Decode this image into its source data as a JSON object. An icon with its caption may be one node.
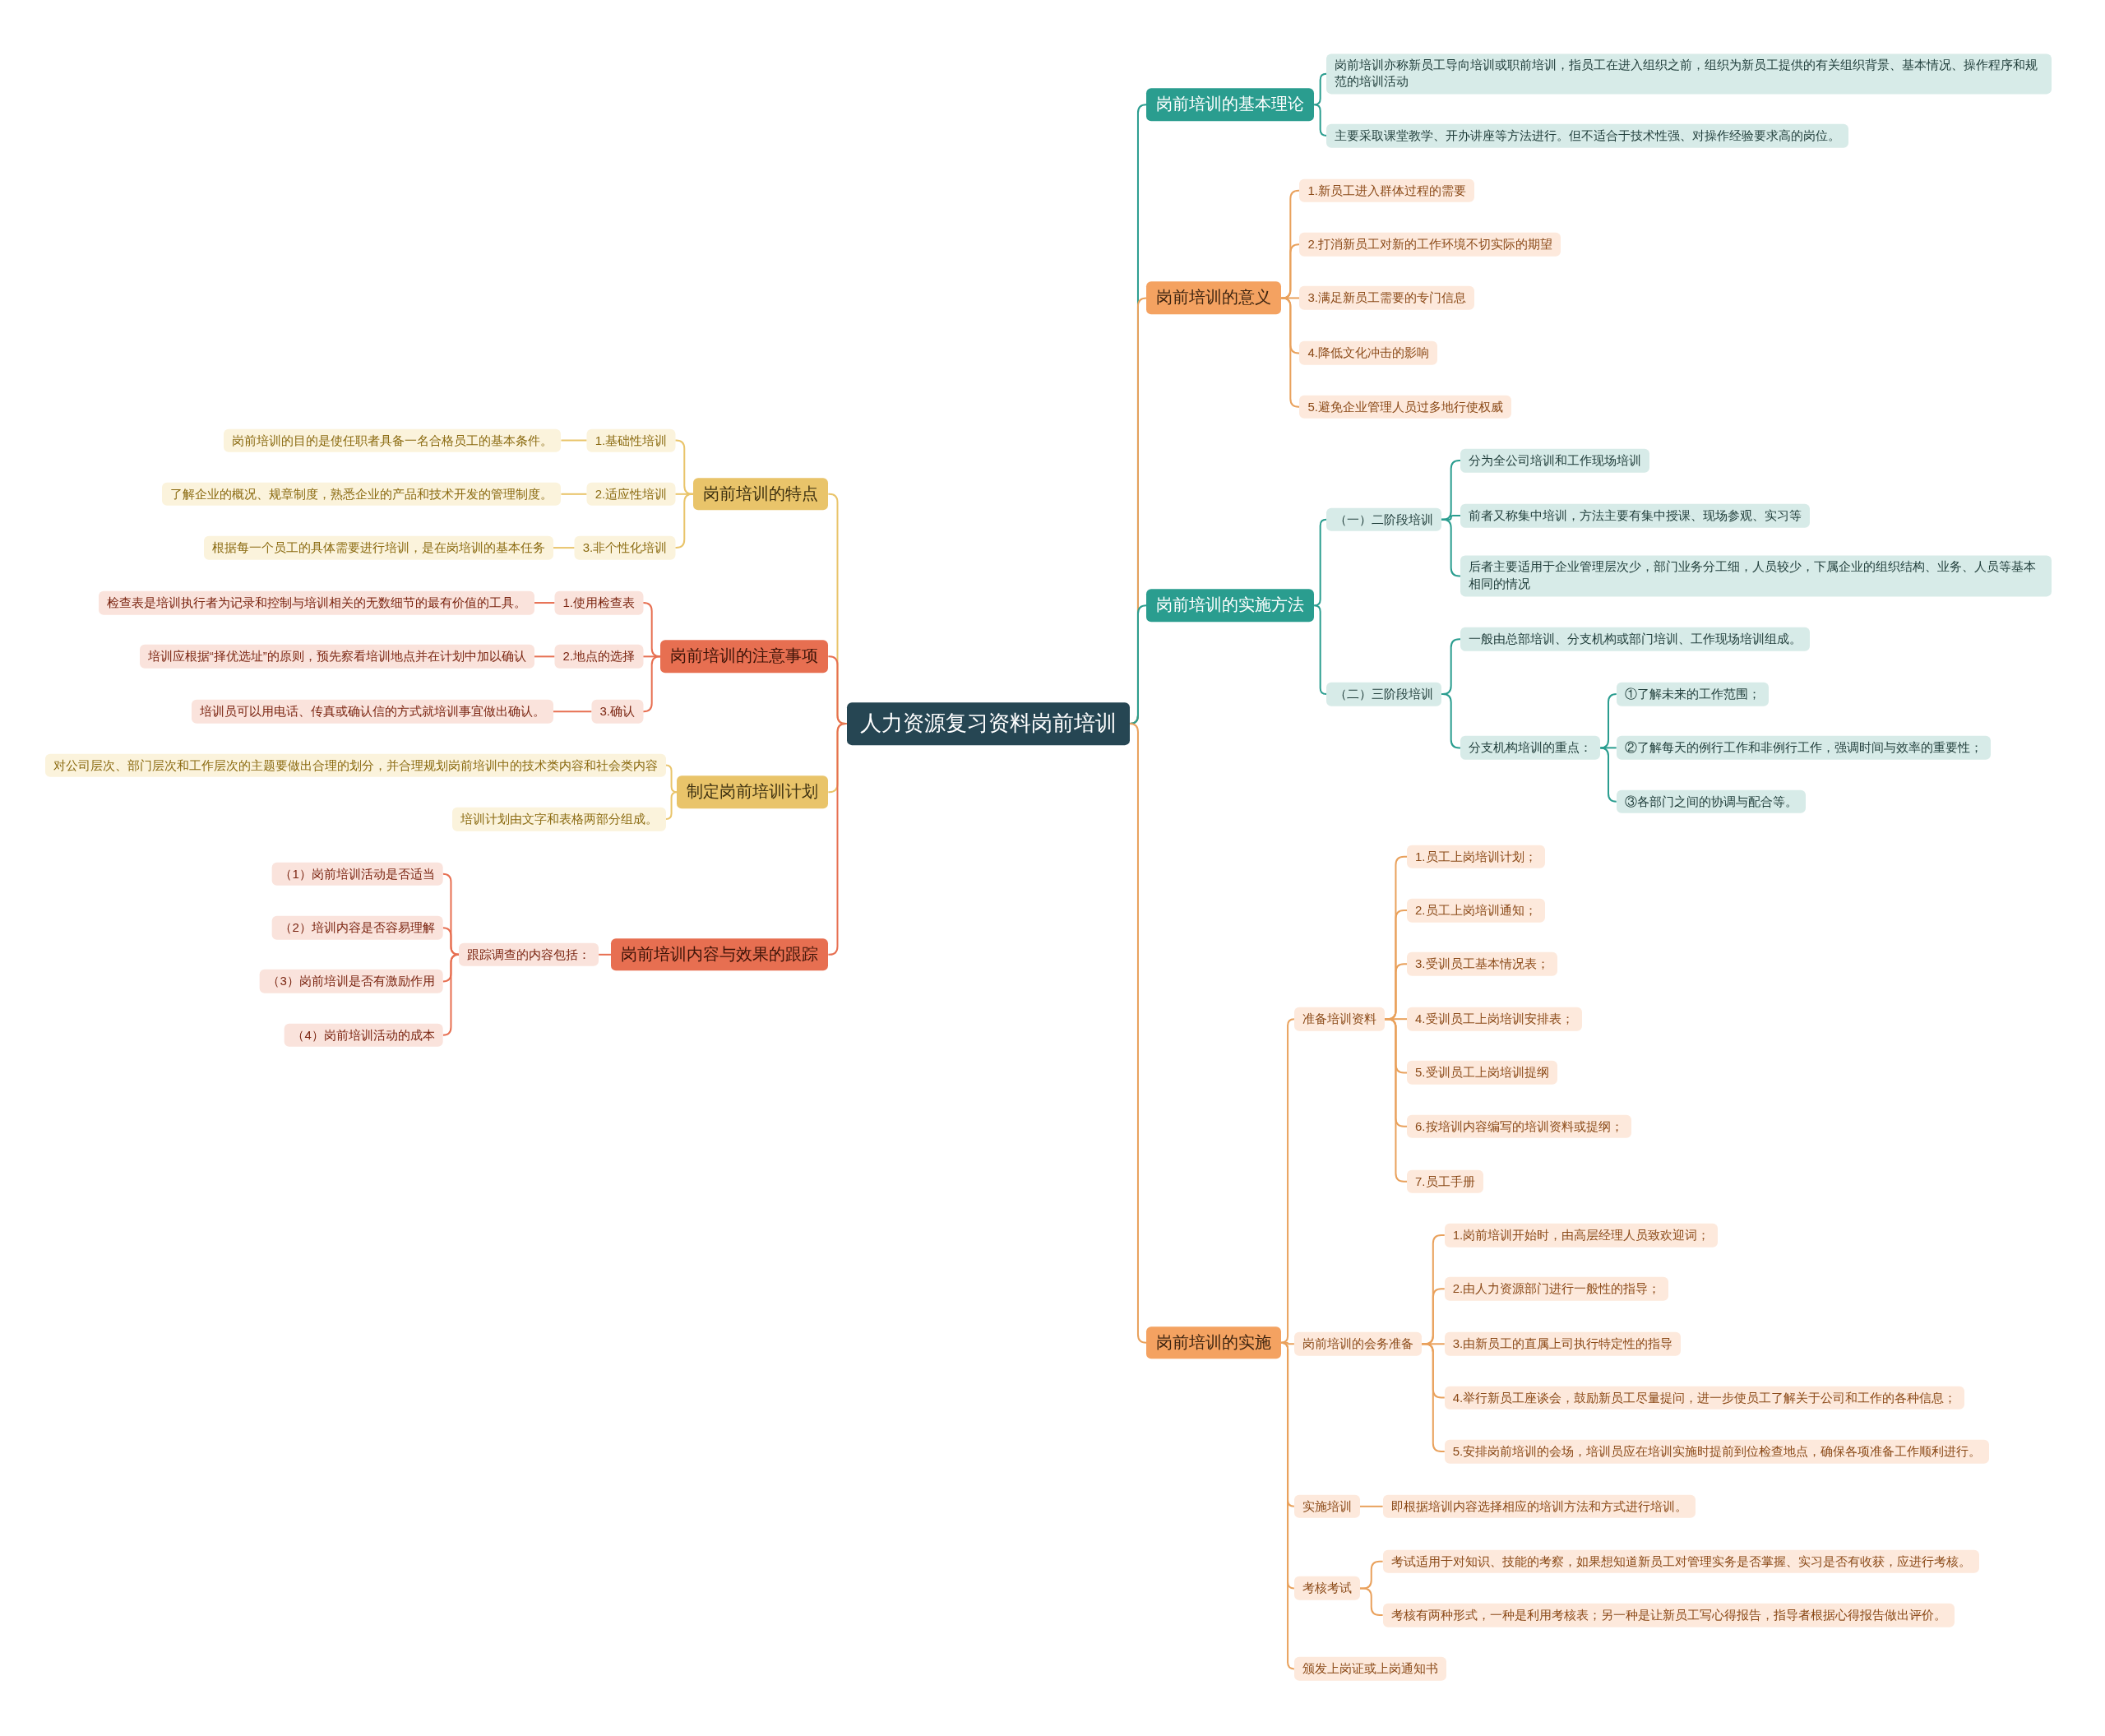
{
  "diagram": {
    "nodes": [
      {
        "text": [
          "人力资源复习资料岗前培训"
        ]
      },
      {
        "text": [
          "岗前培训的基本理论"
        ]
      },
      {
        "text": [
          "岗前培训亦称新员工导向培训或职前培训，指员工在进入组织之前，组织为新员工提供的有关组织背景、基本情况、操作程序和规范的培训活动"
        ]
      },
      {
        "text": [
          "主要采取课堂教学、开办讲座等方法进行。但不适合于技术性强、对操作经验要求高的岗位。"
        ]
      },
      {
        "text": [
          "岗前培训的意义"
        ]
      },
      {
        "text": [
          "1.新员工进入群体过程的需要"
        ]
      },
      {
        "text": [
          "2.打消新员工对新的工作环境不切实际的期望"
        ]
      },
      {
        "text": [
          "3.满足新员工需要的专门信息"
        ]
      },
      {
        "text": [
          "4.降低文化冲击的影响"
        ]
      },
      {
        "text": [
          "5.避免企业管理人员过多地行使权威"
        ]
      },
      {
        "text": [
          "岗前培训的实施方法"
        ]
      },
      {
        "text": [
          "（一）二阶段培训"
        ]
      },
      {
        "text": [
          "分为全公司培训和工作现场培训"
        ]
      },
      {
        "text": [
          "前者又称集中培训，方法主要有集中授课、现场参观、实习等"
        ]
      },
      {
        "text": [
          "后者主要适用于企业管理层次少，部门业务分工细，人员较少，下属企业的组织结构、业务、人员等基本相同的情况"
        ]
      },
      {
        "text": [
          "（二）三阶段培训"
        ]
      },
      {
        "text": [
          "一般由总部培训、分支机构或部门培训、工作现场培训组成。"
        ]
      },
      {
        "text": [
          "分支机构培训的重点："
        ]
      },
      {
        "text": [
          "①了解未来的工作范围；"
        ]
      },
      {
        "text": [
          "②了解每天的例行工作和非例行工作，强调时间与效率的重要性；"
        ]
      },
      {
        "text": [
          "③各部门之间的协调与配合等。"
        ]
      },
      {
        "text": [
          "岗前培训的实施"
        ]
      },
      {
        "text": [
          "准备培训资料"
        ]
      },
      {
        "text": [
          "1.员工上岗培训计划；"
        ]
      },
      {
        "text": [
          "2.员工上岗培训通知；"
        ]
      },
      {
        "text": [
          "3.受训员工基本情况表；"
        ]
      },
      {
        "text": [
          "4.受训员工上岗培训安排表；"
        ]
      },
      {
        "text": [
          "5.受训员工上岗培训提纲"
        ]
      },
      {
        "text": [
          "6.按培训内容编写的培训资料或提纲；"
        ]
      },
      {
        "text": [
          "7.员工手册"
        ]
      },
      {
        "text": [
          "岗前培训的会务准备"
        ]
      },
      {
        "text": [
          "1.岗前培训开始时，由高层经理人员致欢迎词；"
        ]
      },
      {
        "text": [
          "2.由人力资源部门进行一般性的指导；"
        ]
      },
      {
        "text": [
          "3.由新员工的直属上司执行特定性的指导"
        ]
      },
      {
        "text": [
          "4.举行新员工座谈会，鼓励新员工尽量提问，进一步使员工了解关于公司和工作的各种信息；"
        ]
      },
      {
        "text": [
          "5.安排岗前培训的会场，培训员应在培训实施时提前到位检查地点，确保各项准备工作顺利进行。"
        ]
      },
      {
        "text": [
          "实施培训"
        ]
      },
      {
        "text": [
          "即根据培训内容选择相应的培训方法和方式进行培训。"
        ]
      },
      {
        "text": [
          "考核考试"
        ]
      },
      {
        "text": [
          "考试适用于对知识、技能的考察，如果想知道新员工对管理实务是否掌握、实习是否有收获，应进行考核。"
        ]
      },
      {
        "text": [
          "考核有两种形式，一种是利用考核表；另一种是让新员工写心得报告，指导者根据心得报告做出评价。"
        ]
      },
      {
        "text": [
          "颁发上岗证或上岗通知书"
        ]
      },
      {
        "text": [
          "岗前培训的特点"
        ]
      },
      {
        "text": [
          "1.基础性培训"
        ]
      },
      {
        "text": [
          "岗前培训的目的是使任职者具备一名合格员工的基本条件。"
        ]
      },
      {
        "text": [
          "2.适应性培训"
        ]
      },
      {
        "text": [
          "了解企业的概况、规章制度，熟悉企业的产品和技术开发的管理制度。"
        ]
      },
      {
        "text": [
          "3.非个性化培训"
        ]
      },
      {
        "text": [
          "根据每一个员工的具体需要进行培训，是在岗培训的基本任务"
        ]
      },
      {
        "text": [
          "岗前培训的注意事项"
        ]
      },
      {
        "text": [
          "1.使用检查表"
        ]
      },
      {
        "text": [
          "检查表是培训执行者为记录和控制与培训相关的无数细节的最有价值的工具。"
        ]
      },
      {
        "text": [
          "2.地点的选择"
        ]
      },
      {
        "text": [
          "培训应根据“择优选址”的原则，预先察看培训地点并在计划中加以确认"
        ]
      },
      {
        "text": [
          "3.确认"
        ]
      },
      {
        "text": [
          "培训员可以用电话、传真或确认信的方式就培训事宜做出确认。"
        ]
      },
      {
        "text": [
          "制定岗前培训计划"
        ]
      },
      {
        "text": [
          "对公司层次、部门层次和工作层次的主题要做出合理的划分，并合理规划岗前培训中的技术类内容和社会类内容"
        ]
      },
      {
        "text": [
          "培训计划由文字和表格两部分组成。"
        ]
      },
      {
        "text": [
          "岗前培训内容与效果的跟踪"
        ]
      },
      {
        "text": [
          "跟踪调查的内容包括："
        ]
      },
      {
        "text": [
          "（1）岗前培训活动是否适当"
        ]
      },
      {
        "text": [
          "（2）培训内容是否容易理解"
        ]
      },
      {
        "text": [
          "（3）岗前培训是否有激励作用"
        ]
      },
      {
        "text": [
          "（4）岗前培训活动的成本"
        ]
      }
    ],
    "edges": [
      {
        "from": 0,
        "to": 1,
        "arrow": "none",
        "color": "#2a9d8f"
      },
      {
        "from": 1,
        "to": 2,
        "arrow": "none",
        "color": "#2a9d8f"
      },
      {
        "from": 1,
        "to": 3,
        "arrow": "none",
        "color": "#2a9d8f"
      },
      {
        "from": 0,
        "to": 4,
        "arrow": "none",
        "color": "#e9a15c"
      },
      {
        "from": 4,
        "to": 5,
        "arrow": "none",
        "color": "#e9a15c"
      },
      {
        "from": 4,
        "to": 6,
        "arrow": "none",
        "color": "#e9a15c"
      },
      {
        "from": 4,
        "to": 7,
        "arrow": "none",
        "color": "#e9a15c"
      },
      {
        "from": 4,
        "to": 8,
        "arrow": "none",
        "color": "#e9a15c"
      },
      {
        "from": 4,
        "to": 9,
        "arrow": "none",
        "color": "#e9a15c"
      },
      {
        "from": 0,
        "to": 10,
        "arrow": "none",
        "color": "#2a9d8f"
      },
      {
        "from": 10,
        "to": 11,
        "arrow": "none",
        "color": "#2a9d8f"
      },
      {
        "from": 11,
        "to": 12,
        "arrow": "none",
        "color": "#2a9d8f"
      },
      {
        "from": 11,
        "to": 13,
        "arrow": "none",
        "color": "#2a9d8f"
      },
      {
        "from": 11,
        "to": 14,
        "arrow": "none",
        "color": "#2a9d8f"
      },
      {
        "from": 10,
        "to": 15,
        "arrow": "none",
        "color": "#2a9d8f"
      },
      {
        "from": 15,
        "to": 16,
        "arrow": "none",
        "color": "#2a9d8f"
      },
      {
        "from": 15,
        "to": 17,
        "arrow": "none",
        "color": "#2a9d8f"
      },
      {
        "from": 17,
        "to": 18,
        "arrow": "none",
        "color": "#2a9d8f"
      },
      {
        "from": 17,
        "to": 19,
        "arrow": "none",
        "color": "#2a9d8f"
      },
      {
        "from": 17,
        "to": 20,
        "arrow": "none",
        "color": "#2a9d8f"
      },
      {
        "from": 0,
        "to": 21,
        "arrow": "none",
        "color": "#e9a15c"
      },
      {
        "from": 21,
        "to": 22,
        "arrow": "none",
        "color": "#e9a15c"
      },
      {
        "from": 22,
        "to": 23,
        "arrow": "none",
        "color": "#e9a15c"
      },
      {
        "from": 22,
        "to": 24,
        "arrow": "none",
        "color": "#e9a15c"
      },
      {
        "from": 22,
        "to": 25,
        "arrow": "none",
        "color": "#e9a15c"
      },
      {
        "from": 22,
        "to": 26,
        "arrow": "none",
        "color": "#e9a15c"
      },
      {
        "from": 22,
        "to": 27,
        "arrow": "none",
        "color": "#e9a15c"
      },
      {
        "from": 22,
        "to": 28,
        "arrow": "none",
        "color": "#e9a15c"
      },
      {
        "from": 22,
        "to": 29,
        "arrow": "none",
        "color": "#e9a15c"
      },
      {
        "from": 21,
        "to": 30,
        "arrow": "none",
        "color": "#e9a15c"
      },
      {
        "from": 30,
        "to": 31,
        "arrow": "none",
        "color": "#e9a15c"
      },
      {
        "from": 30,
        "to": 32,
        "arrow": "none",
        "color": "#e9a15c"
      },
      {
        "from": 30,
        "to": 33,
        "arrow": "none",
        "color": "#e9a15c"
      },
      {
        "from": 30,
        "to": 34,
        "arrow": "none",
        "color": "#e9a15c"
      },
      {
        "from": 30,
        "to": 35,
        "arrow": "none",
        "color": "#e9a15c"
      },
      {
        "from": 21,
        "to": 36,
        "arrow": "none",
        "color": "#e9a15c"
      },
      {
        "from": 36,
        "to": 37,
        "arrow": "none",
        "color": "#e9a15c"
      },
      {
        "from": 21,
        "to": 38,
        "arrow": "none",
        "color": "#e9a15c"
      },
      {
        "from": 38,
        "to": 39,
        "arrow": "none",
        "color": "#e9a15c"
      },
      {
        "from": 38,
        "to": 40,
        "arrow": "none",
        "color": "#e9a15c"
      },
      {
        "from": 21,
        "to": 41,
        "arrow": "none",
        "color": "#e9a15c"
      },
      {
        "from": 0,
        "to": 42,
        "arrow": "none",
        "color": "#e9c46a"
      },
      {
        "from": 42,
        "to": 43,
        "arrow": "none",
        "color": "#e9c46a"
      },
      {
        "from": 43,
        "to": 44,
        "arrow": "none",
        "color": "#e9c46a"
      },
      {
        "from": 42,
        "to": 45,
        "arrow": "none",
        "color": "#e9c46a"
      },
      {
        "from": 45,
        "to": 46,
        "arrow": "none",
        "color": "#e9c46a"
      },
      {
        "from": 42,
        "to": 47,
        "arrow": "none",
        "color": "#e9c46a"
      },
      {
        "from": 47,
        "to": 48,
        "arrow": "none",
        "color": "#e9c46a"
      },
      {
        "from": 0,
        "to": 49,
        "arrow": "none",
        "color": "#e76f51"
      },
      {
        "from": 49,
        "to": 50,
        "arrow": "none",
        "color": "#e76f51"
      },
      {
        "from": 50,
        "to": 51,
        "arrow": "none",
        "color": "#e76f51"
      },
      {
        "from": 49,
        "to": 52,
        "arrow": "none",
        "color": "#e76f51"
      },
      {
        "from": 52,
        "to": 53,
        "arrow": "none",
        "color": "#e76f51"
      },
      {
        "from": 49,
        "to": 54,
        "arrow": "none",
        "color": "#e76f51"
      },
      {
        "from": 54,
        "to": 55,
        "arrow": "none",
        "color": "#e76f51"
      },
      {
        "from": 0,
        "to": 56,
        "arrow": "none",
        "color": "#e9c46a"
      },
      {
        "from": 56,
        "to": 57,
        "arrow": "none",
        "color": "#e9c46a"
      },
      {
        "from": 56,
        "to": 58,
        "arrow": "none",
        "color": "#e9c46a"
      },
      {
        "from": 0,
        "to": 59,
        "arrow": "none",
        "color": "#e76f51"
      },
      {
        "from": 59,
        "to": 60,
        "arrow": "none",
        "color": "#e76f51"
      },
      {
        "from": 60,
        "to": 61,
        "arrow": "none",
        "color": "#e76f51"
      },
      {
        "from": 60,
        "to": 62,
        "arrow": "none",
        "color": "#e76f51"
      },
      {
        "from": 60,
        "to": 63,
        "arrow": "none",
        "color": "#e76f51"
      },
      {
        "from": 60,
        "to": 64,
        "arrow": "none",
        "color": "#e76f51"
      }
    ]
  }
}
